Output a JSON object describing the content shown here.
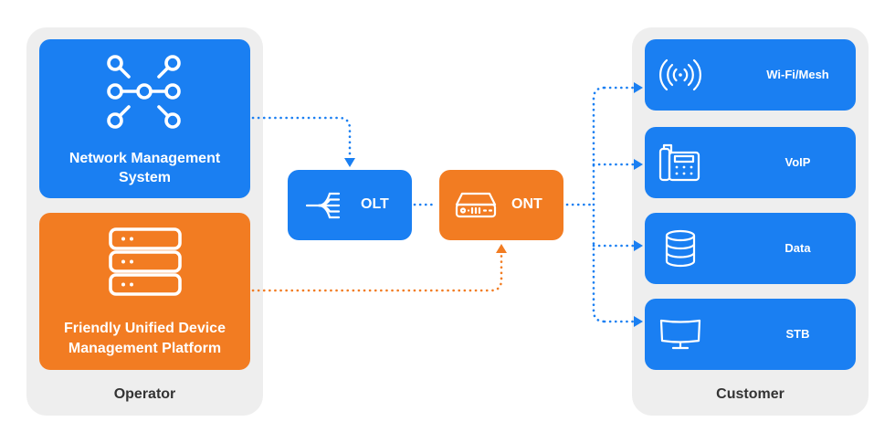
{
  "operator": {
    "label": "Operator",
    "nms": {
      "line1": "Network Management",
      "line2": "System",
      "icon": "network-nodes-icon"
    },
    "fudmp": {
      "line1": "Friendly Unified Device",
      "line2": "Management Platform",
      "icon": "server-stack-icon"
    }
  },
  "olt": {
    "label": "OLT",
    "icon": "fiber-splitter-icon"
  },
  "ont": {
    "label": "ONT",
    "icon": "router-device-icon"
  },
  "customer": {
    "label": "Customer",
    "items": [
      {
        "label": "Wi-Fi/Mesh",
        "icon": "wifi-signal-icon"
      },
      {
        "label": "VoIP",
        "icon": "desk-phone-icon"
      },
      {
        "label": "Data",
        "icon": "database-icon"
      },
      {
        "label": "STB",
        "icon": "tv-monitor-icon"
      }
    ]
  },
  "colors": {
    "blue": "#1a7ff2",
    "orange": "#f27c22",
    "panel": "#eeeeee"
  }
}
